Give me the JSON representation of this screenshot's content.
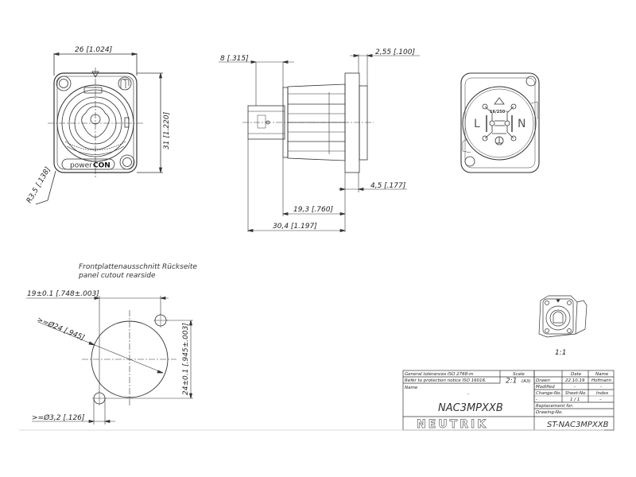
{
  "front_view": {
    "width_dim": "26 [1.024]",
    "height_dim": "31 [1.220]",
    "radius_dim": "R3,5 [.138]",
    "brand_label_a": "power",
    "brand_label_b": "CON"
  },
  "side_view": {
    "dim_top_left": "8 [.315]",
    "dim_top_right": "2,55 [.100]",
    "dim_right": "4,5 [.177]",
    "dim_mid": "19,3 [.760]",
    "dim_total": "30,4 [1.197]"
  },
  "rear_view": {
    "label_l": "L",
    "label_n": "N",
    "rating": "16/250~"
  },
  "cutout": {
    "title_de": "Frontplattenausschnitt Rückseite",
    "title_en": "panel cutout rearside",
    "dim_horizontal": "19±0.1 [.748±.003]",
    "dim_diameter": ">=Ø24 [.945]",
    "dim_vertical": "24±0.1 [.945±.003]",
    "dim_hole": ">=Ø3,2 [.126]"
  },
  "iso_view": {
    "scale": "1:1"
  },
  "title_block": {
    "tolerances": "General tolerances ISO 2768-m",
    "protection": "Refer to protection notice ISO 16016.",
    "scale_label": "Scale",
    "scale_value": "2:1",
    "scale_format": "(A3)",
    "date_label": "Date",
    "name_label": "Name",
    "drawn_label": "Drawn",
    "drawn_date": "22.10.19",
    "drawn_name": "Hofmann",
    "modified_label": "Modified",
    "modified_date": "-",
    "modified_name": "-",
    "name_field_label": "Name",
    "name_dash": "-",
    "part_number": "NAC3MPXXB",
    "change_no_label": "Change-No.",
    "change_no_value": "-",
    "sheet_no_label": "Sheet-No.",
    "sheet_no_value": "1 / 1",
    "index_label": "Index",
    "index_value": "–",
    "replacement_label": "Replacement for:",
    "drawing_no_label": "Drawing-No.",
    "drawing_no_value": "ST-NAC3MPXXB",
    "logo": "NEUTRIK"
  }
}
